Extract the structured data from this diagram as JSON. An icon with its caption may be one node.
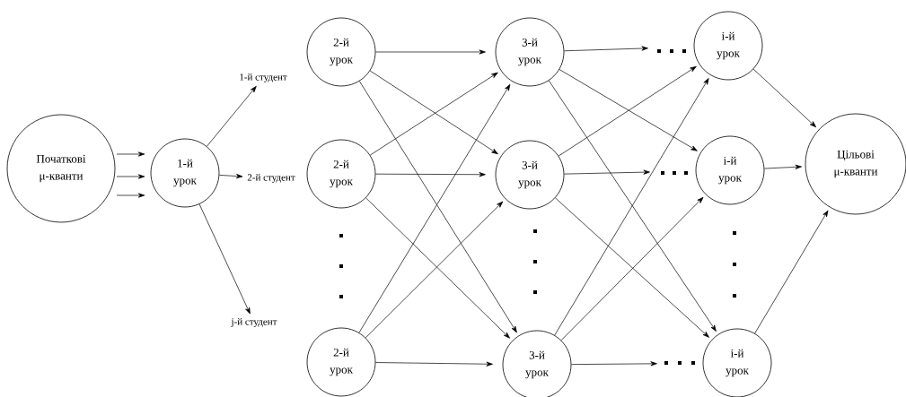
{
  "diagram": {
    "nodes": [
      {
        "text": [
          "Початкові μ-кванти"
        ]
      },
      {
        "text": [
          "1-й урок"
        ]
      },
      {
        "text": [
          "1-й студент"
        ]
      },
      {
        "text": [
          "2-й студент"
        ]
      },
      {
        "text": [
          "j-й студент"
        ]
      },
      {
        "text": [
          "2-й урок"
        ]
      },
      {
        "text": [
          "2-й урок"
        ]
      },
      {
        "text": [
          "2-й урок"
        ]
      },
      {
        "text": [
          "3-й урок"
        ]
      },
      {
        "text": [
          "3-й урок"
        ]
      },
      {
        "text": [
          "3-й урок"
        ]
      },
      {
        "text": [
          "i-й урок"
        ]
      },
      {
        "text": [
          "i-й урок"
        ]
      },
      {
        "text": [
          "i-й урок"
        ]
      },
      {
        "text": [
          "Цільові μ-кванти"
        ]
      }
    ],
    "edges": [
      {
        "from": 0,
        "to": 1,
        "arrow": "to"
      },
      {
        "from": 0,
        "to": 1,
        "arrow": "to"
      },
      {
        "from": 0,
        "to": 1,
        "arrow": "to"
      },
      {
        "from": 1,
        "to": 2,
        "arrow": "to"
      },
      {
        "from": 1,
        "to": 3,
        "arrow": "to"
      },
      {
        "from": 1,
        "to": 4,
        "arrow": "to"
      },
      {
        "from": 5,
        "to": 8,
        "arrow": "to"
      },
      {
        "from": 5,
        "to": 9,
        "arrow": "to"
      },
      {
        "from": 5,
        "to": 10,
        "arrow": "to"
      },
      {
        "from": 6,
        "to": 8,
        "arrow": "to"
      },
      {
        "from": 6,
        "to": 9,
        "arrow": "to"
      },
      {
        "from": 6,
        "to": 10,
        "arrow": "to"
      },
      {
        "from": 7,
        "to": 8,
        "arrow": "to"
      },
      {
        "from": 7,
        "to": 9,
        "arrow": "to"
      },
      {
        "from": 7,
        "to": 10,
        "arrow": "to"
      },
      {
        "from": 8,
        "to": 11,
        "arrow": "to"
      },
      {
        "from": 8,
        "to": 12,
        "arrow": "to"
      },
      {
        "from": 8,
        "to": 13,
        "arrow": "to"
      },
      {
        "from": 9,
        "to": 11,
        "arrow": "to"
      },
      {
        "from": 9,
        "to": 12,
        "arrow": "to"
      },
      {
        "from": 9,
        "to": 13,
        "arrow": "to"
      },
      {
        "from": 10,
        "to": 11,
        "arrow": "to"
      },
      {
        "from": 10,
        "to": 12,
        "arrow": "to"
      },
      {
        "from": 10,
        "to": 13,
        "arrow": "to"
      },
      {
        "from": 11,
        "to": 14,
        "arrow": "to"
      },
      {
        "from": 12,
        "to": 14,
        "arrow": "to"
      },
      {
        "from": 13,
        "to": 14,
        "arrow": "to"
      }
    ]
  }
}
